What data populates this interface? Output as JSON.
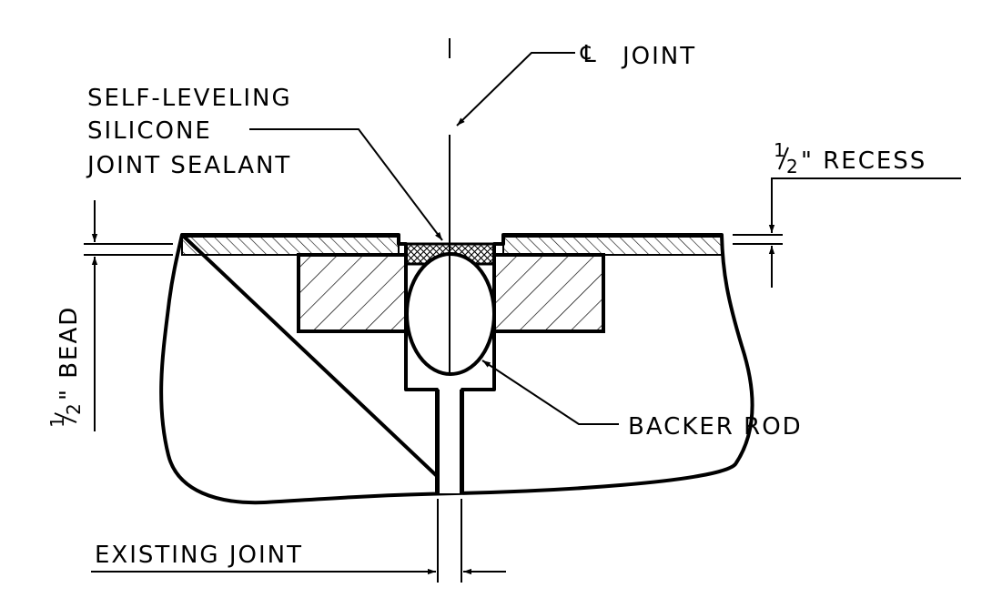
{
  "labels": {
    "cl_symbol": "℄",
    "cl_joint": "JOINT",
    "sealant_line1": "SELF-LEVELING",
    "sealant_line2": "SILICONE",
    "sealant_line3": "JOINT SEALANT",
    "recess_num": "1",
    "recess_den": "2",
    "recess_text": "\" RECESS",
    "bead_num": "1",
    "bead_den": "2",
    "bead_text": "\" BEAD",
    "backer_rod": "BACKER ROD",
    "existing_joint": "EXISTING JOINT"
  }
}
